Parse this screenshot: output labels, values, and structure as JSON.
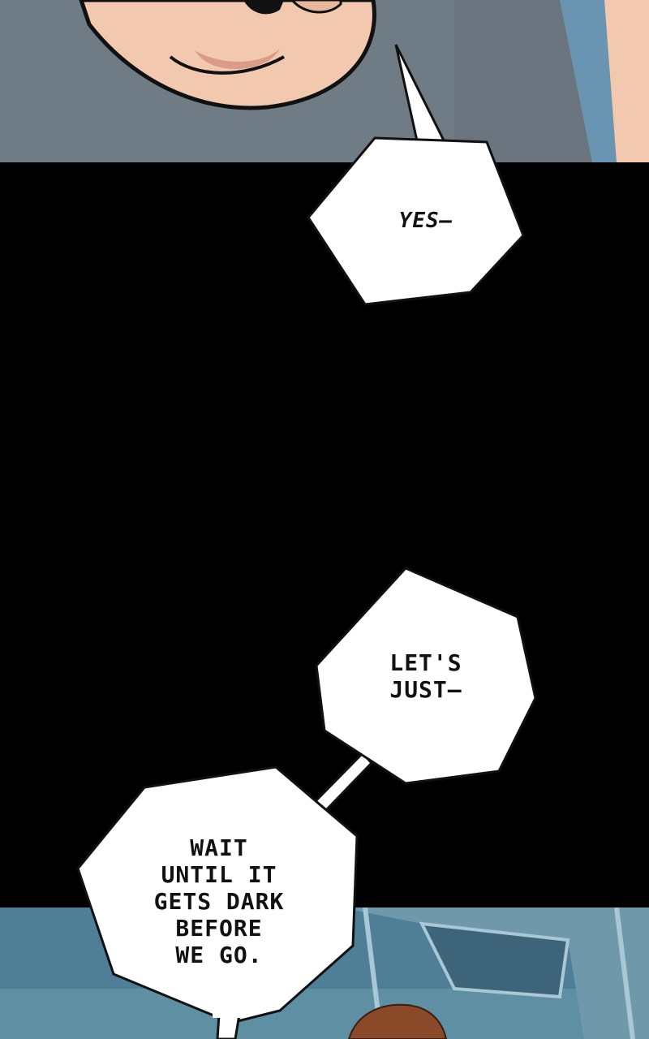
{
  "bubbles": {
    "yes": "YES–",
    "lets_just": "LET'S\nJUST–",
    "wait": "WAIT\nUNTIL IT\nGETS DARK\nBEFORE\nWE GO."
  },
  "colors": {
    "background": "#000000",
    "top_panel_wall": "#6f7c86",
    "skin": "#f2c9ae",
    "skin_shadow": "#d99c88",
    "shirt": "#6a95b2",
    "bubble_fill": "#ffffff",
    "bottom_panel_sky": "#4f7f96",
    "hair": "#8a4a2a"
  }
}
